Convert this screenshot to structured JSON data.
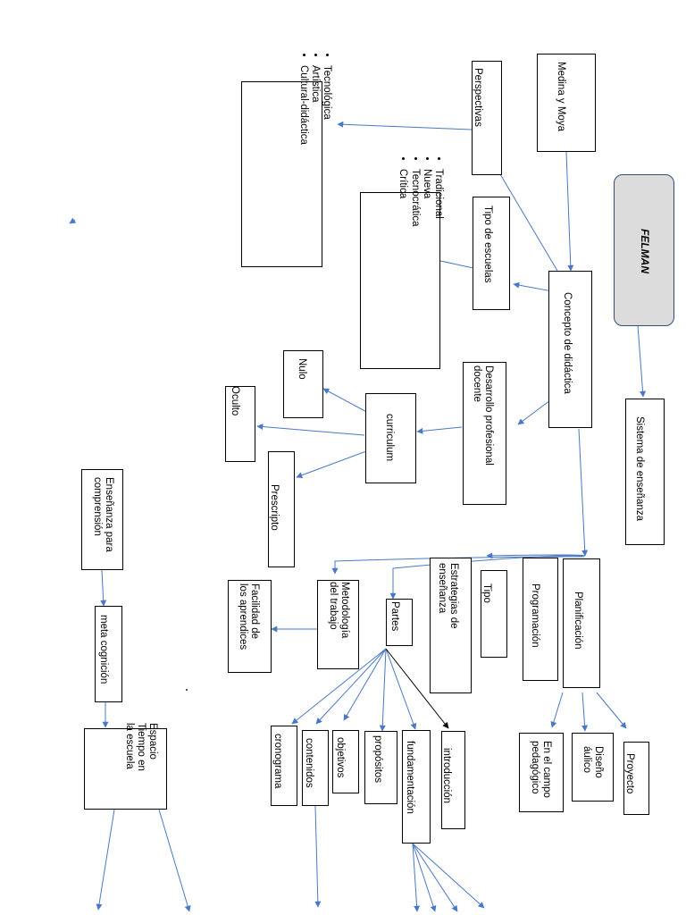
{
  "title": "FELMAN",
  "nodes": {
    "medina": "Medina y Moya",
    "sistema": "Sistema de enseñanza",
    "perspectivas": "Perspectivas",
    "perspectivas_items": [
      "Tecnológica",
      "Artística",
      "Cultural-didáctica"
    ],
    "tipo_escuelas": "Tipo de escuelas",
    "escuelas_items": [
      "Tradicional",
      "Nueva",
      "Tecnocrática",
      "Crítica"
    ],
    "concepto": "Concepto de didáctica",
    "desarrollo": [
      "Desarrollo profesional",
      "docente"
    ],
    "curriculum": "curriculum",
    "nulo": "Nulo",
    "oculto": "Oculto",
    "prescripto": "Prescripto",
    "planificacion": "Planificación",
    "programacion": "Programación",
    "tipo": "Tipo",
    "estrategias": [
      "Estrategias de",
      "enseñanza"
    ],
    "partes": "Partes",
    "metodologia": [
      "Metodología",
      "del trabajo"
    ],
    "facilidad": [
      "Facilidad de",
      "los aprendices"
    ],
    "proyecto": "Proyecto",
    "diseno": [
      "Diseño",
      "áulico"
    ],
    "campo": [
      "En el campo",
      "pedagógico"
    ],
    "introduccion": "introducción",
    "fundamentacion": "fundamentación",
    "propositos": "propósitos",
    "objetivos": "objetivos",
    "contenidos": "contenidos",
    "cronograma": "cronograma",
    "ensenanza_comp": [
      "Enseñanza para",
      "comprensión"
    ],
    "meta": "meta cognición",
    "espacio": [
      "Espacio",
      "Tiempo en",
      "la escuela"
    ]
  },
  "colors": {
    "arrow": "#4a78c6",
    "black_arrow": "#000000",
    "title_fill": "#dcdcdc",
    "title_border": "#2f4f7a"
  }
}
